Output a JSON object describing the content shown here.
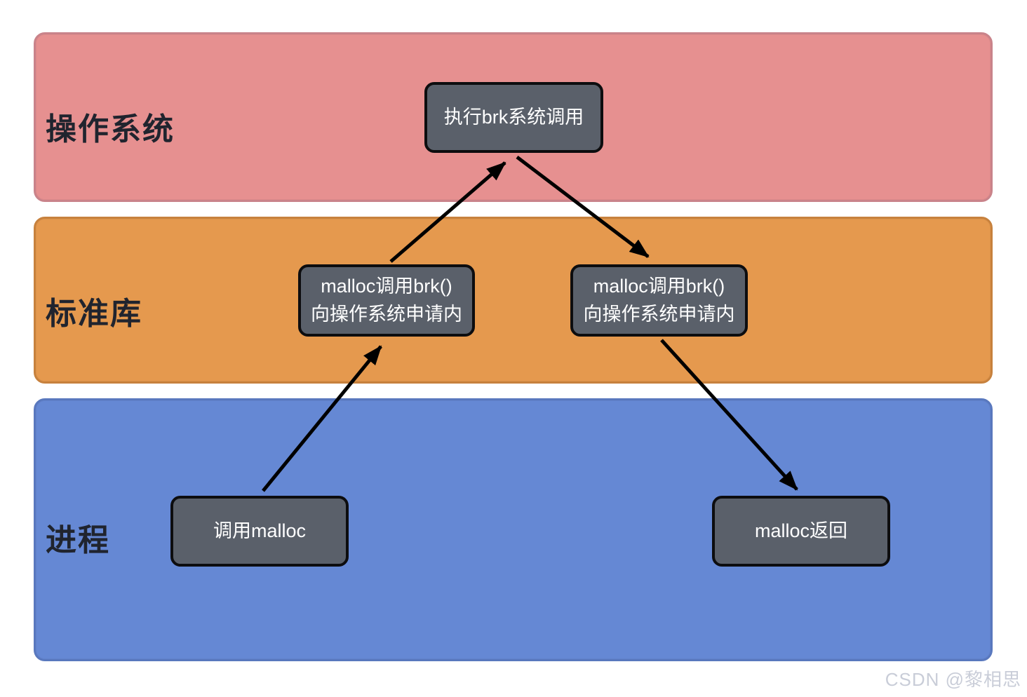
{
  "layers": {
    "os": {
      "label": "操作系统"
    },
    "stdlib": {
      "label": "标准库"
    },
    "process": {
      "label": "进程"
    }
  },
  "nodes": {
    "brk_call": {
      "line1": "执行brk系统调用"
    },
    "malloc_brk_left": {
      "line1": "malloc调用brk()",
      "line2": "向操作系统申请内"
    },
    "malloc_brk_right": {
      "line1": "malloc调用brk()",
      "line2": "向操作系统申请内"
    },
    "call_malloc": {
      "line1": "调用malloc"
    },
    "malloc_return": {
      "line1": "malloc返回"
    }
  },
  "arrows": [
    {
      "name": "call-malloc-to-malloc-brk-left",
      "from": "call_malloc",
      "to": "malloc_brk_left"
    },
    {
      "name": "malloc-brk-left-to-brk-call",
      "from": "malloc_brk_left",
      "to": "brk_call"
    },
    {
      "name": "brk-call-to-malloc-brk-right",
      "from": "brk_call",
      "to": "malloc_brk_right"
    },
    {
      "name": "malloc-brk-right-to-malloc-return",
      "from": "malloc_brk_right",
      "to": "malloc_return"
    }
  ],
  "watermark": "CSDN @黎相思",
  "colors": {
    "layer_os_fill": "#E69090",
    "layer_os_border": "#C9838A",
    "layer_stdlib_fill": "#E5994E",
    "layer_stdlib_border": "#C7813D",
    "layer_process_fill": "#6588D4",
    "layer_process_border": "#5978BE",
    "node_fill": "#5A606A",
    "node_border": "#0D0D0F",
    "node_text": "#FFFFFF",
    "arrow": "#000000",
    "label_text": "#20242E",
    "watermark_text": "#C9CDD8"
  }
}
